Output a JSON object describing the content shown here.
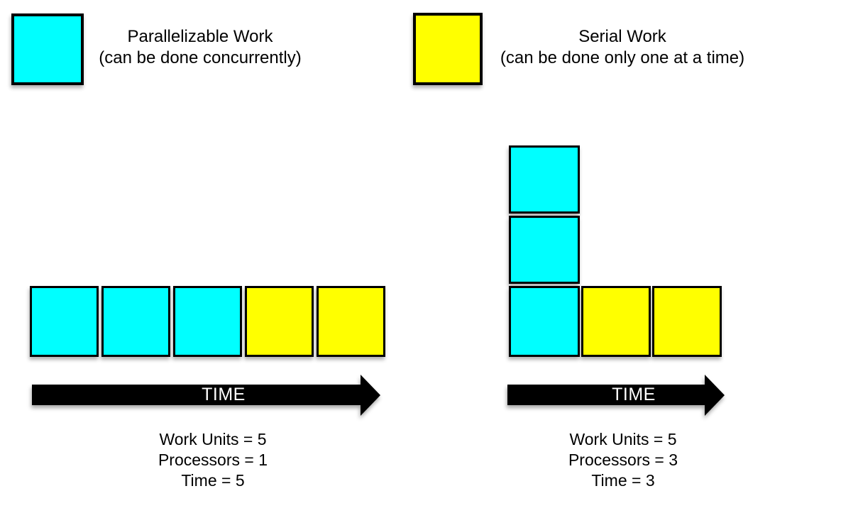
{
  "colors": {
    "parallel": "#00ffff",
    "serial": "#ffff00",
    "arrow": "#000000",
    "arrow_text": "#ffffff",
    "text": "#000000",
    "background": "#ffffff"
  },
  "legend": {
    "parallel": {
      "title": "Parallelizable Work",
      "subtitle": "(can be done concurrently)"
    },
    "serial": {
      "title": "Serial Work",
      "subtitle": "(can be done only one at a time)"
    }
  },
  "left_diagram": {
    "squares": [
      "parallel",
      "parallel",
      "parallel",
      "serial",
      "serial"
    ],
    "arrow_label": "TIME",
    "stats": {
      "work_units": "Work Units = 5",
      "processors": "Processors = 1",
      "time": "Time = 5"
    }
  },
  "right_diagram": {
    "column_squares": [
      "parallel",
      "parallel"
    ],
    "row_squares": [
      "parallel",
      "serial",
      "serial"
    ],
    "arrow_label": "TIME",
    "stats": {
      "work_units": "Work Units = 5",
      "processors": "Processors = 3",
      "time": "Time = 3"
    }
  }
}
